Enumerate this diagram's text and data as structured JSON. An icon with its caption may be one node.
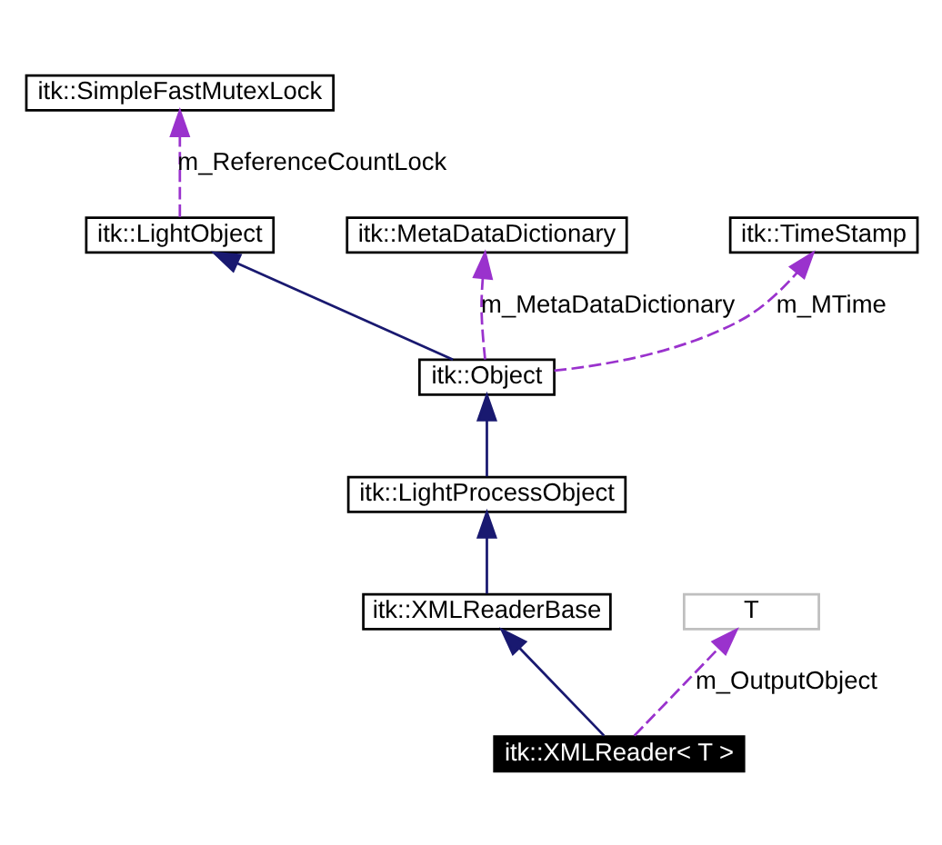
{
  "diagram": {
    "nodes": [
      {
        "text": [
          "itk::SimpleFastMutexLock"
        ]
      },
      {
        "text": [
          "itk::LightObject"
        ]
      },
      {
        "text": [
          "itk::MetaDataDictionary"
        ]
      },
      {
        "text": [
          "itk::TimeStamp"
        ]
      },
      {
        "text": [
          "itk::Object"
        ]
      },
      {
        "text": [
          "itk::LightProcessObject"
        ]
      },
      {
        "text": [
          "itk::XMLReaderBase"
        ]
      },
      {
        "text": [
          "T"
        ]
      },
      {
        "text": [
          "itk::XMLReader< T >"
        ]
      }
    ],
    "edges": [
      {
        "from": 1,
        "to": 0,
        "arrow": "to",
        "label": "m_ReferenceCountLock",
        "style": "dashed"
      },
      {
        "from": 4,
        "to": 1,
        "arrow": "to",
        "color": "#191970"
      },
      {
        "from": 4,
        "to": 2,
        "arrow": "to",
        "label": "m_MetaDataDictionary",
        "style": "dashed"
      },
      {
        "from": 4,
        "to": 3,
        "arrow": "to",
        "label": "m_MTime",
        "style": "dashed"
      },
      {
        "from": 5,
        "to": 4,
        "arrow": "to",
        "color": "#191970"
      },
      {
        "from": 6,
        "to": 5,
        "arrow": "to",
        "color": "#191970"
      },
      {
        "from": 8,
        "to": 6,
        "arrow": "to",
        "color": "#191970"
      },
      {
        "from": 8,
        "to": 7,
        "arrow": "to",
        "label": "m_OutputObject",
        "style": "dashed"
      }
    ]
  }
}
